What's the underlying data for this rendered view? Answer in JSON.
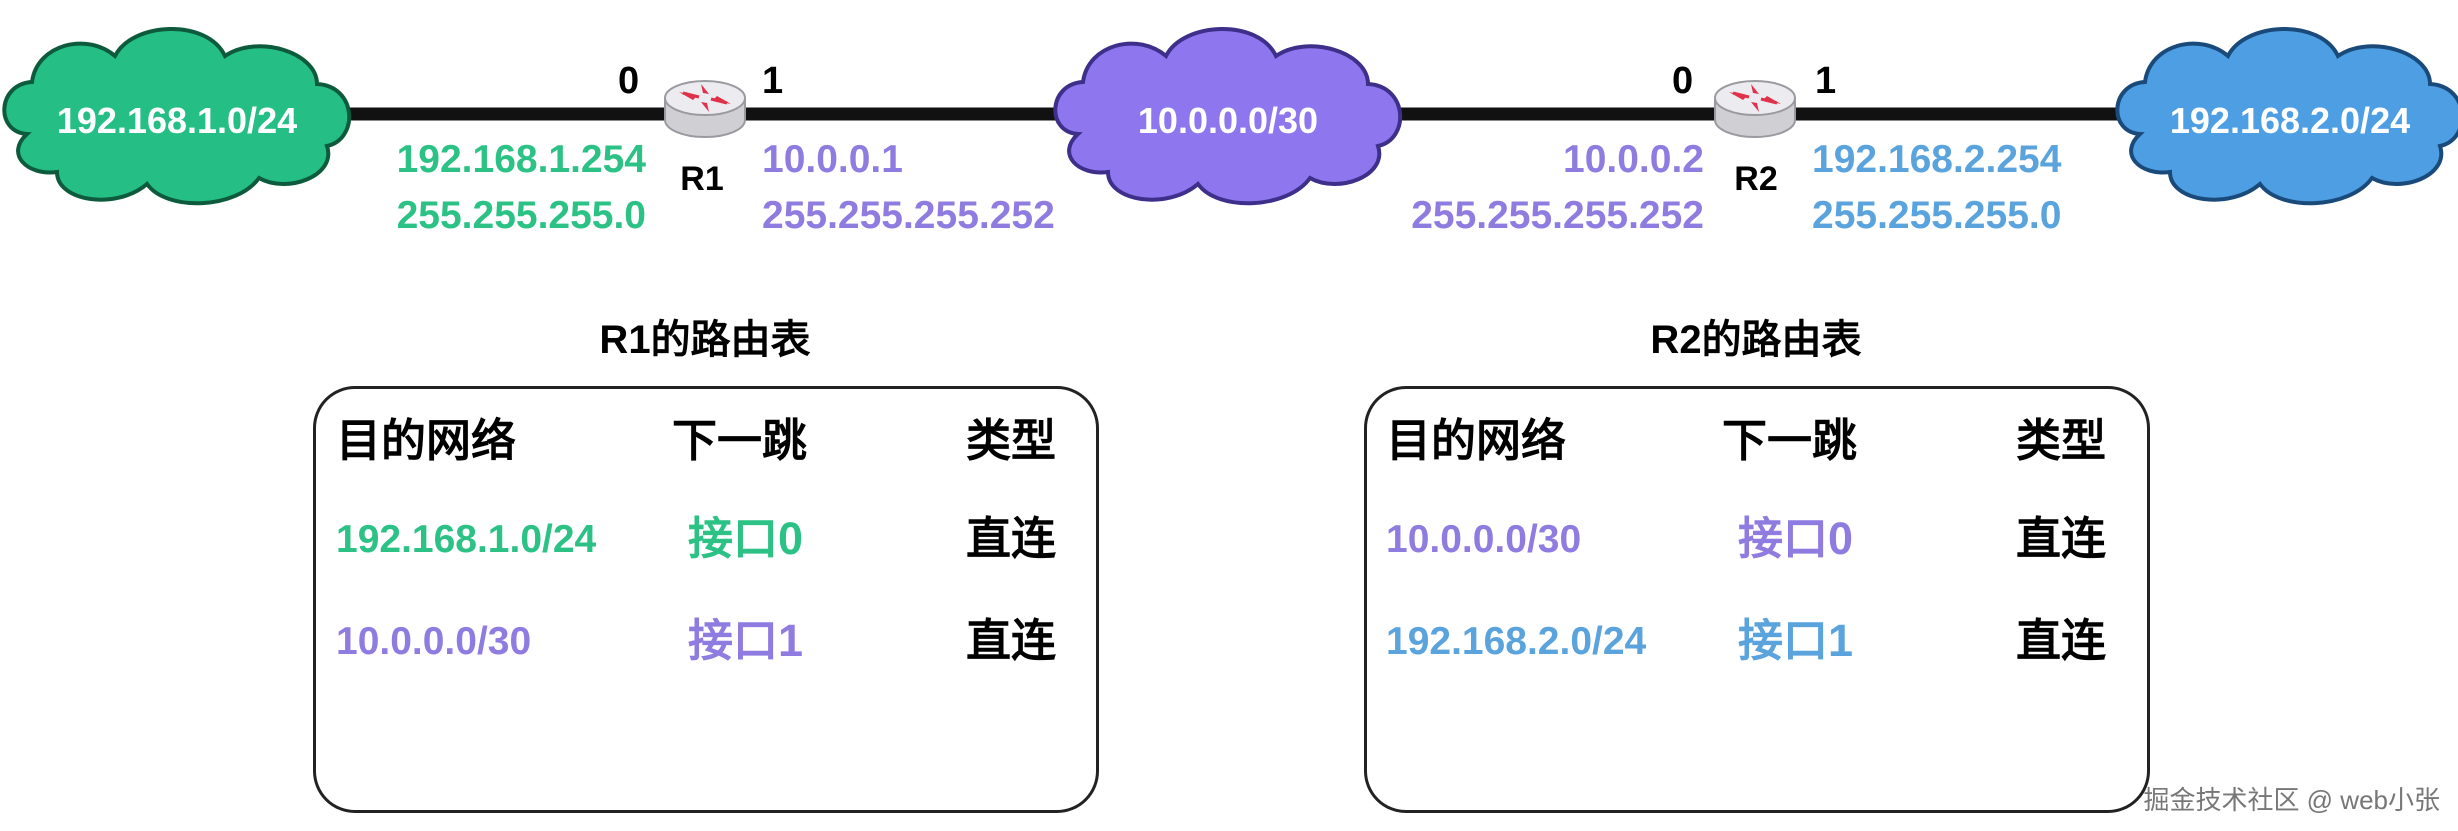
{
  "colors": {
    "green": "#2cc185",
    "purple": "#8f7ce0",
    "blue": "#5aa3dd",
    "cloud_green": "#25bf86",
    "cloud_purple": "#8e76ee",
    "cloud_blue": "#4e9ee3"
  },
  "topology": {
    "networks": [
      {
        "id": "net-left",
        "label": "192.168.1.0/24",
        "color": "#25bf86"
      },
      {
        "id": "net-middle",
        "label": "10.0.0.0/30",
        "color": "#8e76ee"
      },
      {
        "id": "net-right",
        "label": "192.168.2.0/24",
        "color": "#4e9ee3"
      }
    ],
    "routers": [
      {
        "name": "R1",
        "icon": "router-icon",
        "port0_label": "0",
        "port1_label": "1",
        "if0": {
          "ip": "192.168.1.254",
          "mask": "255.255.255.0"
        },
        "if1": {
          "ip": "10.0.0.1",
          "mask": "255.255.255.252"
        }
      },
      {
        "name": "R2",
        "icon": "router-icon",
        "port0_label": "0",
        "port1_label": "1",
        "if0": {
          "ip": "10.0.0.2",
          "mask": "255.255.255.252"
        },
        "if1": {
          "ip": "192.168.2.254",
          "mask": "255.255.255.0"
        }
      }
    ]
  },
  "tables": [
    {
      "title": "R1的路由表",
      "headers": [
        "目的网络",
        "下一跳",
        "类型"
      ],
      "rows": [
        {
          "network": "192.168.1.0/24",
          "next_hop": "接口0",
          "type": "直连",
          "color": "#2cc185"
        },
        {
          "network": "10.0.0.0/30",
          "next_hop": "接口1",
          "type": "直连",
          "color": "#8f7ce0"
        }
      ]
    },
    {
      "title": "R2的路由表",
      "headers": [
        "目的网络",
        "下一跳",
        "类型"
      ],
      "rows": [
        {
          "network": "10.0.0.0/30",
          "next_hop": "接口0",
          "type": "直连",
          "color": "#8f7ce0"
        },
        {
          "network": "192.168.2.0/24",
          "next_hop": "接口1",
          "type": "直连",
          "color": "#5aa3dd"
        }
      ]
    }
  ],
  "watermark": "掘金技术社区 @ web小张"
}
